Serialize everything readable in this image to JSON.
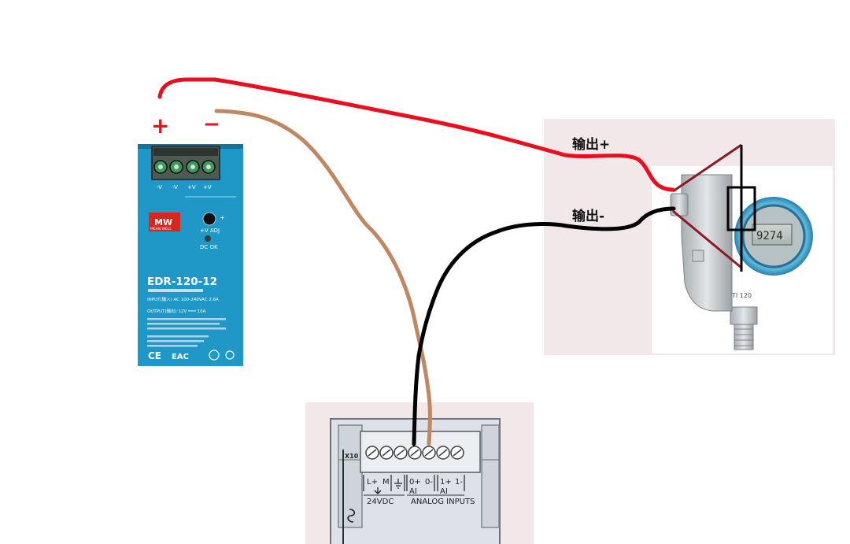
{
  "psu": {
    "model": "EDR-120-12",
    "brand": "MW",
    "brand_sub": "MEAN WELL",
    "terminals": [
      "-V",
      "-V",
      "+V",
      "+V"
    ],
    "adj_label": "+V ADJ",
    "led_label": "DC OK",
    "plus_small": "+",
    "input_line": "INPUT(输入) AC 100-240VAC  2.6A",
    "output_line": "OUTPUT(输出) 12V  ═══  10A",
    "marks": [
      "CE",
      "EAC"
    ]
  },
  "polarity": {
    "plus": "+",
    "minus": "−"
  },
  "transmitter": {
    "label_plus": "输出+",
    "label_minus": "输出-",
    "display": "9274",
    "plate": "TI 120"
  },
  "plc": {
    "module_id": "X10",
    "group_power": "24VDC",
    "group_analog": "ANALOG INPUTS",
    "pin_labels": [
      "L+",
      "M",
      "0+",
      "0-",
      "1+",
      "1-"
    ],
    "ai_labels": [
      "AI",
      "AI"
    ]
  },
  "colors": {
    "wire_red": "#e8101e",
    "wire_brown": "#c08760",
    "wire_black": "#000000",
    "psu_body": "#1f98c8",
    "transmitter_ring": "#45a9d2",
    "panel_bg": "#f2e8ea",
    "resistor_lines": "#8b1a26"
  }
}
